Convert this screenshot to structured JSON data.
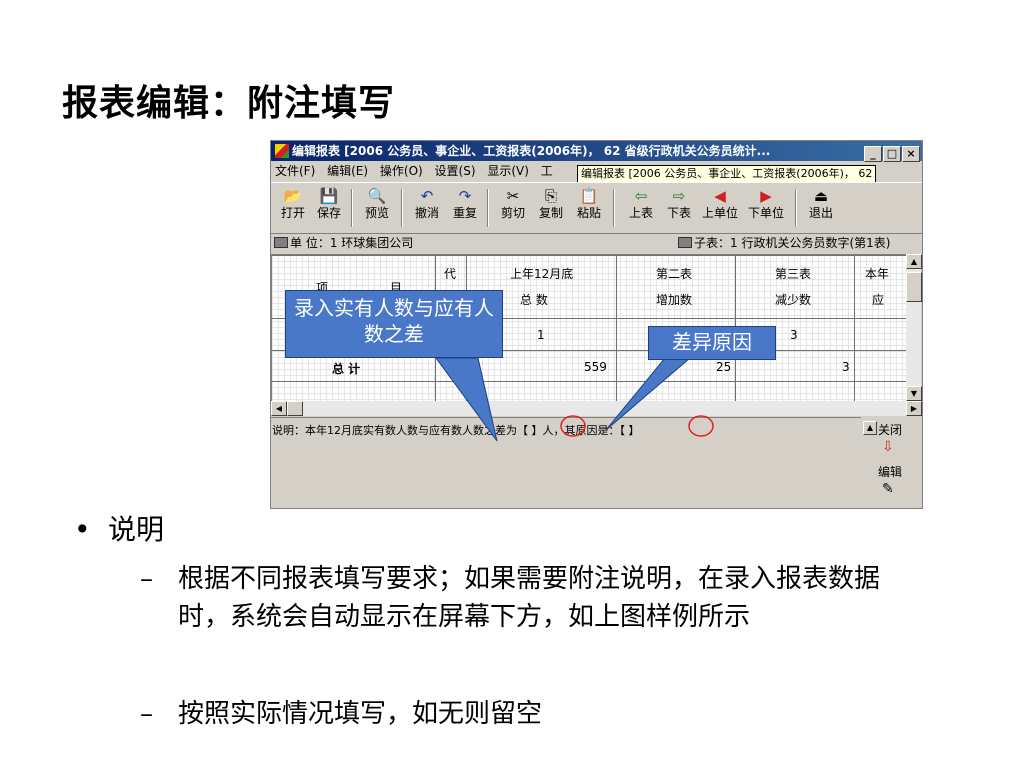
{
  "slide": {
    "title": "报表编辑：附注填写"
  },
  "window": {
    "title": "编辑报表 [2006 公务员、事企业、工资报表(2006年)， 62 省级行政机关公务员统计...",
    "controls": {
      "minimize": "_",
      "maximize": "□",
      "close": "×"
    },
    "menus": [
      "文件(F)",
      "编辑(E)",
      "操作(O)",
      "设置(S)",
      "显示(V)",
      "工"
    ],
    "tooltip": "编辑报表 [2006 公务员、事企业、工资报表(2006年)， 62",
    "toolbar": [
      {
        "label": "打开",
        "icon": "open-folder-icon",
        "glyph": "📂"
      },
      {
        "label": "保存",
        "icon": "save-disk-icon",
        "glyph": "💾"
      },
      {
        "label": "预览",
        "icon": "preview-icon",
        "glyph": "🔍"
      },
      {
        "label": "撤消",
        "icon": "undo-icon",
        "glyph": "↶"
      },
      {
        "label": "重复",
        "icon": "redo-icon",
        "glyph": "↷"
      },
      {
        "label": "剪切",
        "icon": "cut-icon",
        "glyph": "✂"
      },
      {
        "label": "复制",
        "icon": "copy-icon",
        "glyph": "⎘"
      },
      {
        "label": "粘贴",
        "icon": "paste-icon",
        "glyph": "📋"
      },
      {
        "label": "上表",
        "icon": "prev-table-icon",
        "glyph": "⇦"
      },
      {
        "label": "下表",
        "icon": "next-table-icon",
        "glyph": "⇨"
      },
      {
        "label": "上单位",
        "icon": "prev-unit-icon",
        "glyph": "◀"
      },
      {
        "label": "下单位",
        "icon": "next-unit-icon",
        "glyph": "▶"
      },
      {
        "label": "退出",
        "icon": "exit-icon",
        "glyph": "⏏"
      }
    ],
    "unit": {
      "label": "单 位：",
      "value": "1 环球集团公司"
    },
    "subtable": {
      "label": "子表：",
      "value": "1 行政机关公务员数字(第1表)"
    },
    "table": {
      "headers": {
        "item_a": "项",
        "item_b": "目",
        "code": "代",
        "col1_a": "上年12月底",
        "col1_b": "总  数",
        "col2_a": "第二表",
        "col2_b": "增加数",
        "col3_a": "第三表",
        "col3_b": "减少数",
        "col4_a": "本年",
        "col4_b": "应"
      },
      "index_row": {
        "col1": "1",
        "col3": "3"
      },
      "total_row": {
        "label": "总  计",
        "col1": "559",
        "col2": "25",
        "col3": "3"
      }
    },
    "note": "说明：本年12月底实有数人数与应有数人数之差为【  】人，其原因是：【  】",
    "side": {
      "close": "关闭",
      "edit": "编辑"
    }
  },
  "callouts": {
    "diff": "录入实有人数与应有人数之差",
    "reason": "差异原因"
  },
  "bullets": {
    "main": "说明",
    "dot": "•",
    "dash": "–",
    "sub": [
      "根据不同报表填写要求；如果需要附注说明，在录入报表数据时，系统会自动显示在屏幕下方，如上图样例所示",
      "按照实际情况填写，如无则留空"
    ]
  }
}
